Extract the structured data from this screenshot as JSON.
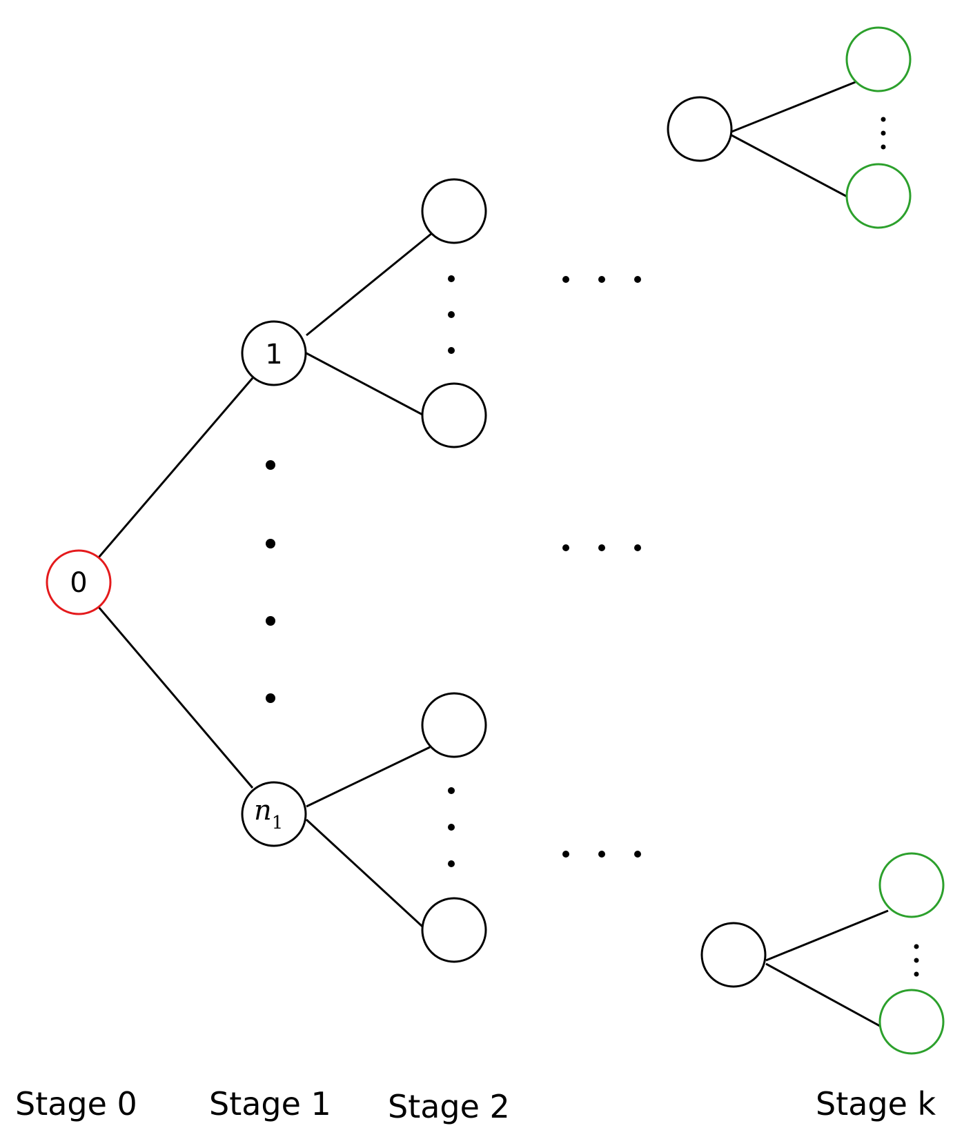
{
  "colors": {
    "root_node": "#e41a1c",
    "leaf_node": "#2ca02c",
    "default_node": "#000000"
  },
  "nodes": {
    "root_label": "0",
    "first_child_label": "1",
    "last_child_label_base": "n",
    "last_child_label_sub": "1"
  },
  "stages": [
    {
      "label": "Stage 0"
    },
    {
      "label": "Stage 1"
    },
    {
      "label": "Stage 2"
    },
    {
      "label": "Stage k"
    }
  ]
}
